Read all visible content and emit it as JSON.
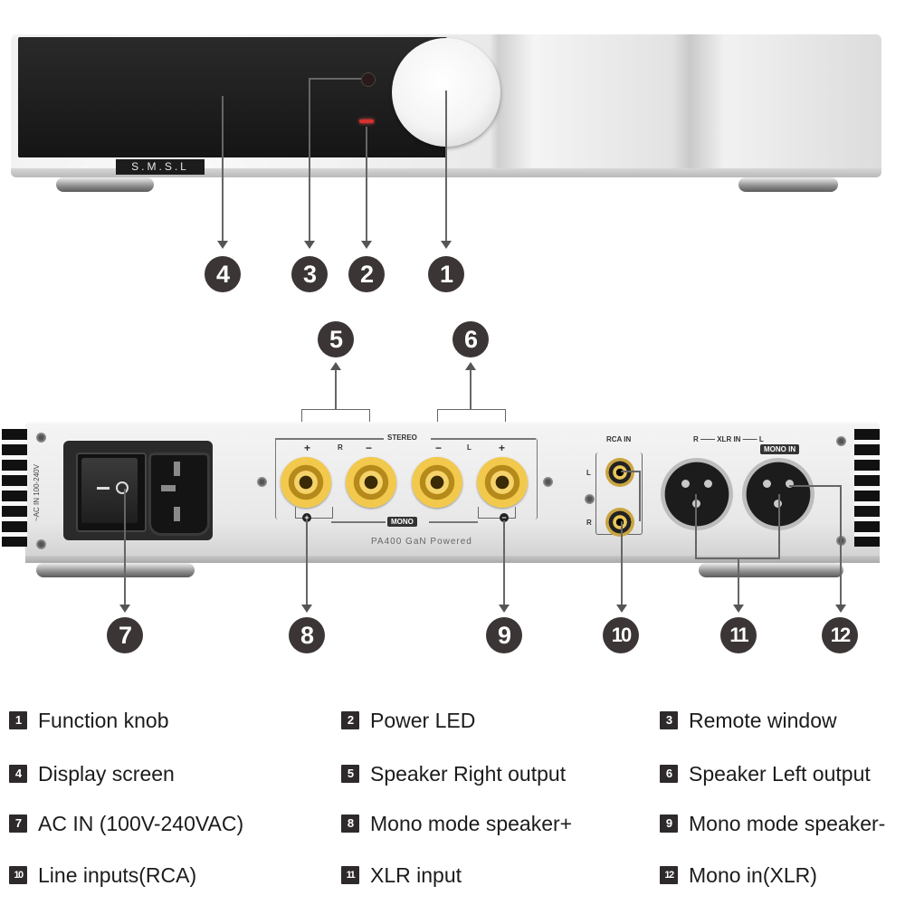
{
  "front": {
    "logo": "S.M.S.L",
    "callouts": [
      "4",
      "3",
      "2",
      "1"
    ]
  },
  "rear": {
    "ac_label": "~AC IN 100-240V",
    "stereo_label": "STEREO",
    "r_label": "R",
    "l_label": "L",
    "plus": "+",
    "minus": "−",
    "mono_tag": "MONO",
    "model_label": "PA400 GaN Powered",
    "rca_in_label": "RCA IN",
    "xlr_in_label": "R —— XLR IN —— L",
    "mono_in_tag": "MONO IN",
    "callouts_top": [
      "5",
      "6"
    ],
    "callouts_bottom": [
      "7",
      "8",
      "9",
      "10",
      "11",
      "12"
    ]
  },
  "legend": [
    {
      "num": "1",
      "text": "Function knob"
    },
    {
      "num": "2",
      "text": "Power LED"
    },
    {
      "num": "3",
      "text": "Remote window"
    },
    {
      "num": "4",
      "text": "Display screen"
    },
    {
      "num": "5",
      "text": "Speaker Right output"
    },
    {
      "num": "6",
      "text": "Speaker Left output"
    },
    {
      "num": "7",
      "text": "AC IN (100V-240VAC)"
    },
    {
      "num": "8",
      "text": "Mono mode speaker+"
    },
    {
      "num": "9",
      "text": "Mono mode speaker-"
    },
    {
      "num": "10",
      "text": "Line inputs(RCA)"
    },
    {
      "num": "11",
      "text": "XLR input"
    },
    {
      "num": "12",
      "text": "Mono in(XLR)"
    }
  ]
}
